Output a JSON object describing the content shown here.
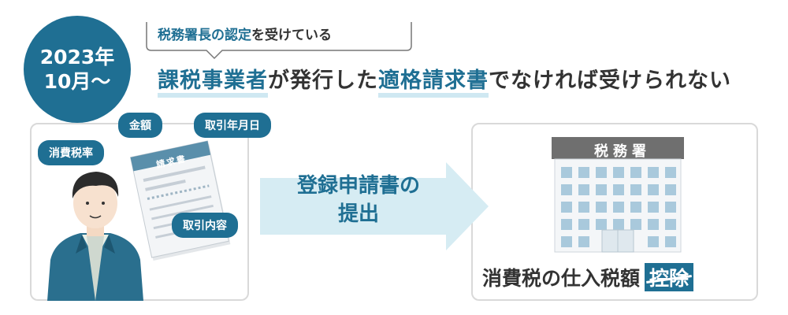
{
  "date_badge": {
    "line1": "2023年",
    "line2": "10月～"
  },
  "condition_callout": {
    "highlight": "税務署長の認定",
    "rest": "を受けている"
  },
  "headline": {
    "part1": "課税事業者",
    "part2": "が発行した",
    "part3": "適格請求書",
    "part4": "でなければ受けられない"
  },
  "bubbles": {
    "amount": "金額",
    "transaction_date": "取引年月日",
    "tax_rate": "消費税率",
    "transaction_details": "取引内容"
  },
  "document": {
    "title": "請求書"
  },
  "process_arrow": {
    "line1": "登録申請書の",
    "line2": "提出"
  },
  "tax_office": {
    "label": "税務署"
  },
  "result": {
    "text": "消費税の仕入税額",
    "struck": "控除"
  },
  "colors": {
    "primary": "#1f6f93",
    "light": "#cfe8f2",
    "arrow": "#d6ecf3",
    "border": "#d9d9d9"
  }
}
